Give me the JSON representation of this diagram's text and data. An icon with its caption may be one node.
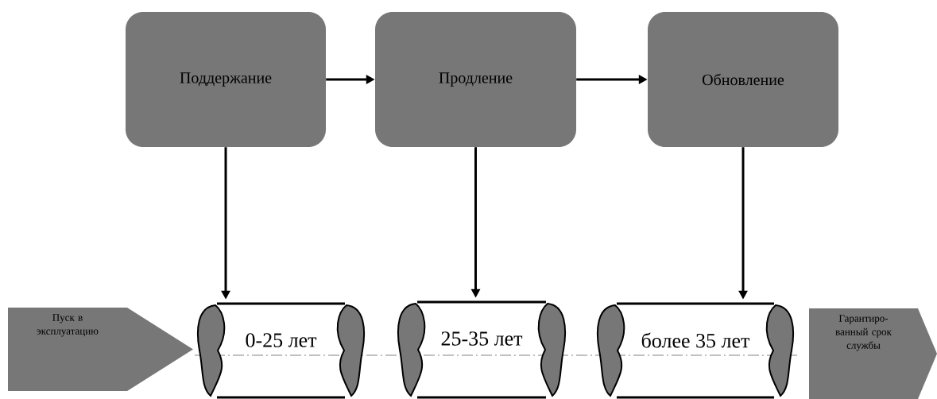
{
  "diagram": {
    "nodes": [
      {
        "text": [
          "Поддержание"
        ]
      },
      {
        "text": [
          "Продление"
        ]
      },
      {
        "text": [
          "Обновление"
        ]
      },
      {
        "text": [
          "Пуск в эксплуатацию"
        ]
      },
      {
        "text": [
          "0-25 лет"
        ]
      },
      {
        "text": [
          "25-35 лет"
        ]
      },
      {
        "text": [
          "более 35 лет"
        ]
      },
      {
        "text": [
          "Гарантиро- ванный срок службы"
        ]
      }
    ],
    "edges": [
      {
        "from": 0,
        "to": 1,
        "arrow": "to"
      },
      {
        "from": 1,
        "to": 2,
        "arrow": "to"
      },
      {
        "from": 0,
        "to": 4,
        "arrow": "to"
      },
      {
        "from": 1,
        "to": 5,
        "arrow": "to"
      },
      {
        "from": 2,
        "to": 6,
        "arrow": "to"
      }
    ]
  }
}
